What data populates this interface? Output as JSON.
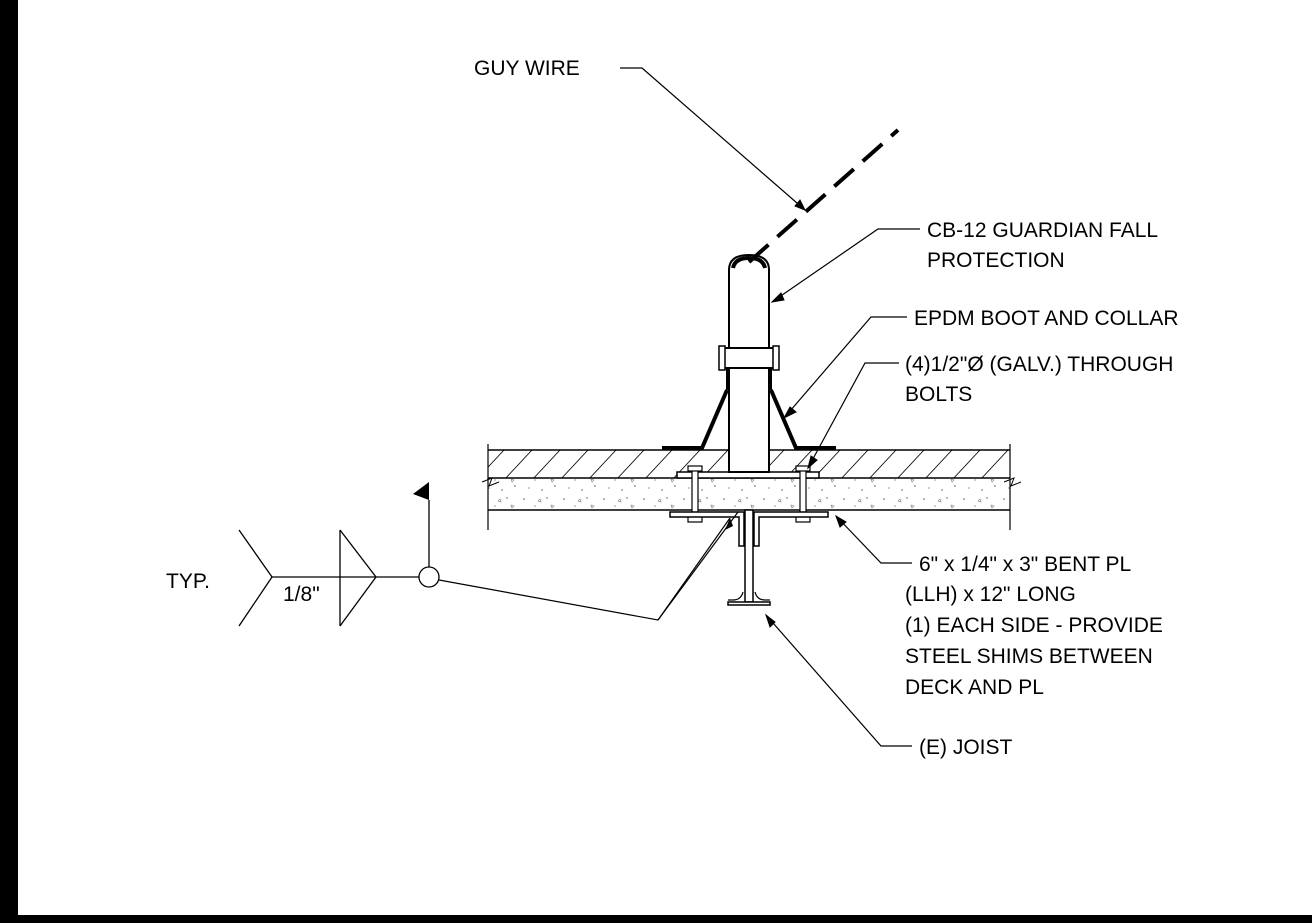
{
  "labels": {
    "guy_wire": "GUY WIRE",
    "cb12_line1": "CB-12 GUARDIAN FALL",
    "cb12_line2": "PROTECTION",
    "epdm": "EPDM BOOT AND COLLAR",
    "bolts_line1": "(4)1/2\"Ø (GALV.) THROUGH",
    "bolts_line2": "BOLTS",
    "plate_line1": "6\" x 1/4\" x 3\" BENT PL",
    "plate_line2": "(LLH) x 12\" LONG",
    "plate_line3": "(1) EACH SIDE - PROVIDE",
    "plate_line4": "STEEL SHIMS BETWEEN",
    "plate_line5": "DECK AND PL",
    "joist": "(E) JOIST",
    "weld_typ": "TYP.",
    "weld_size": "1/8\""
  },
  "colors": {
    "ink": "#000000",
    "background": "#ffffff"
  }
}
